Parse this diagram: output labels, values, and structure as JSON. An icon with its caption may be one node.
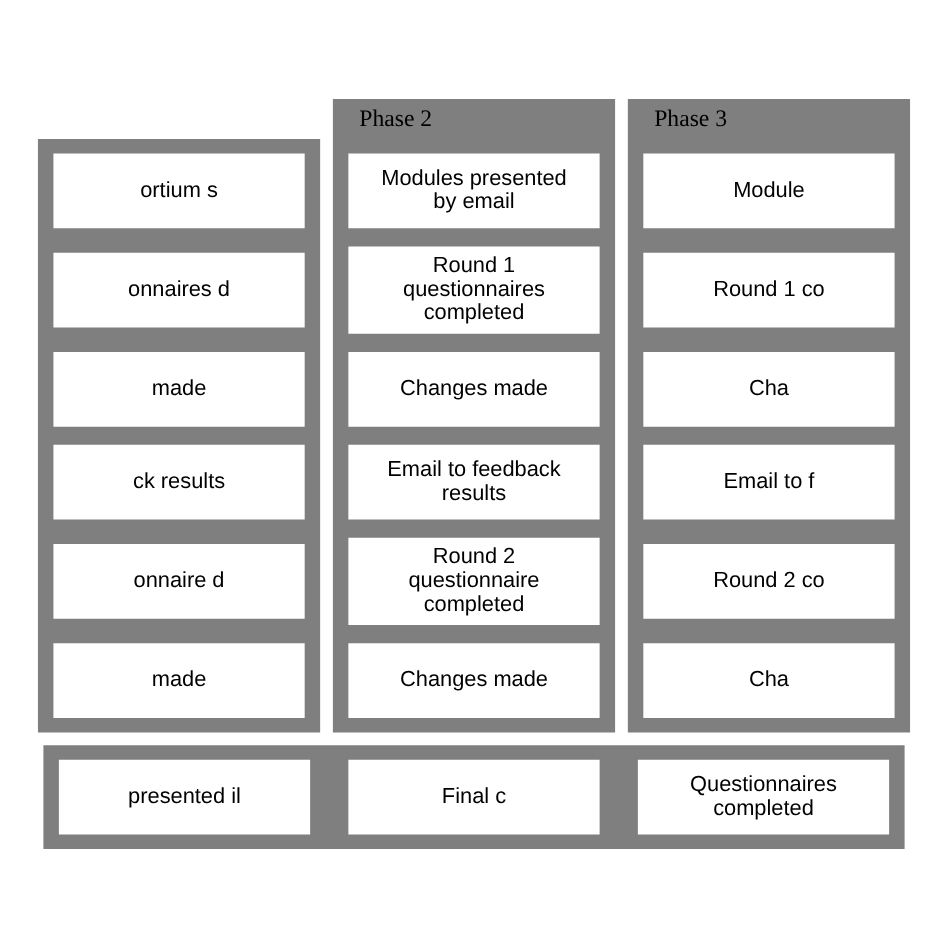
{
  "diagram": {
    "nodes": [
      {
        "text": [],
        "shape": "box"
      },
      {
        "text": [
          "ortium s"
        ],
        "in": 0
      },
      {
        "text": [
          "onnaires d"
        ],
        "in": 0
      },
      {
        "text": [
          "made"
        ],
        "in": 0
      },
      {
        "text": [
          "ck results"
        ],
        "in": 0
      },
      {
        "text": [
          "onnaire d"
        ],
        "in": 0
      },
      {
        "text": [
          "made"
        ],
        "in": 0
      },
      {
        "text": [
          "Phase 2"
        ]
      },
      {
        "text": [
          "Modules presented by email"
        ],
        "in": 7
      },
      {
        "text": [
          "Round 1 questionnaires completed"
        ],
        "in": 7
      },
      {
        "text": [
          "Changes made"
        ],
        "in": 7
      },
      {
        "text": [
          "Email to feedback results"
        ],
        "in": 7
      },
      {
        "text": [
          "Round 2 questionnaire completed"
        ],
        "in": 7
      },
      {
        "text": [
          "Changes made"
        ],
        "in": 7
      },
      {
        "text": [
          "Phase 3"
        ]
      },
      {
        "text": [
          "Module"
        ],
        "in": 14
      },
      {
        "text": [
          "Round 1 co"
        ],
        "in": 14
      },
      {
        "text": [
          "Cha"
        ],
        "in": 14
      },
      {
        "text": [
          "Email to f"
        ],
        "in": 14
      },
      {
        "text": [
          "Round 2 co"
        ],
        "in": 14
      },
      {
        "text": [
          "Cha"
        ],
        "in": 14
      },
      {
        "text": [],
        "shape": "box"
      },
      {
        "text": [
          "presented il"
        ],
        "in": 21
      },
      {
        "text": [
          "Questionnaires completed"
        ],
        "in": 21
      },
      {
        "text": [
          "Final c"
        ],
        "in": 21
      }
    ]
  }
}
